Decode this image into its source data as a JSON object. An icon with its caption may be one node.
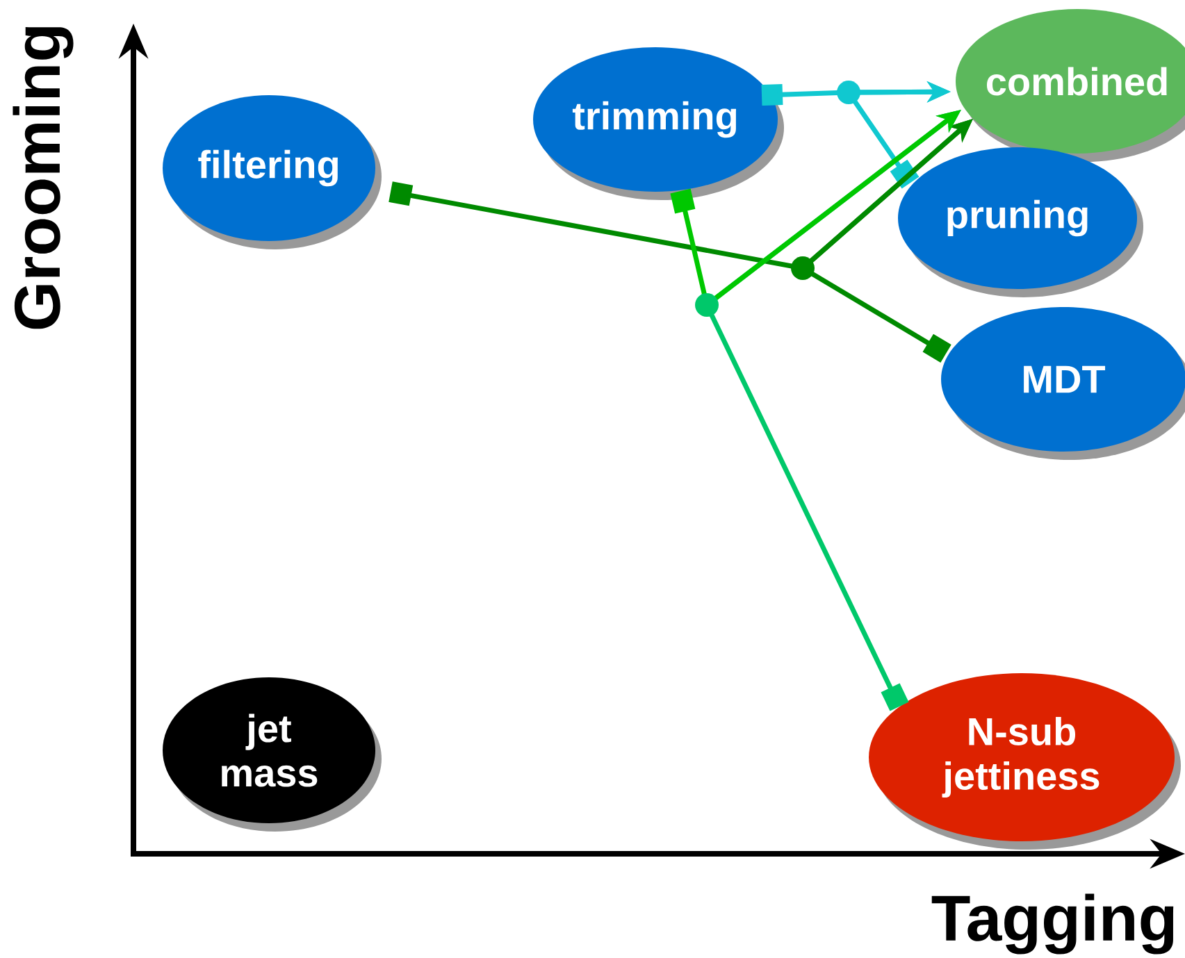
{
  "diagram": {
    "nodes": [
      {
        "text": [
          "filtering"
        ]
      },
      {
        "text": [
          "trimming"
        ]
      },
      {
        "text": [
          "combined"
        ]
      },
      {
        "text": [
          "pruning"
        ]
      },
      {
        "text": [
          "MDT"
        ]
      },
      {
        "text": [
          "jet mass"
        ]
      },
      {
        "text": [
          "N-sub jettiness"
        ]
      }
    ],
    "edges": [
      {
        "from": 1,
        "to": 2,
        "arrow": "to",
        "color": "#10c8d0"
      },
      {
        "from": 3,
        "to": 2,
        "arrow": "to",
        "color": "#10c8d0"
      },
      {
        "from": 0,
        "to": 2,
        "arrow": "to",
        "color": "#008a00"
      },
      {
        "from": 4,
        "to": 2,
        "arrow": "to",
        "color": "#008a00"
      },
      {
        "from": 6,
        "to": 2,
        "arrow": "to",
        "color": "#00c86a"
      },
      {
        "from": 1,
        "to": 2,
        "arrow": "to",
        "color": "#00c800"
      }
    ],
    "labels": [
      "Grooming",
      "Tagging"
    ]
  }
}
